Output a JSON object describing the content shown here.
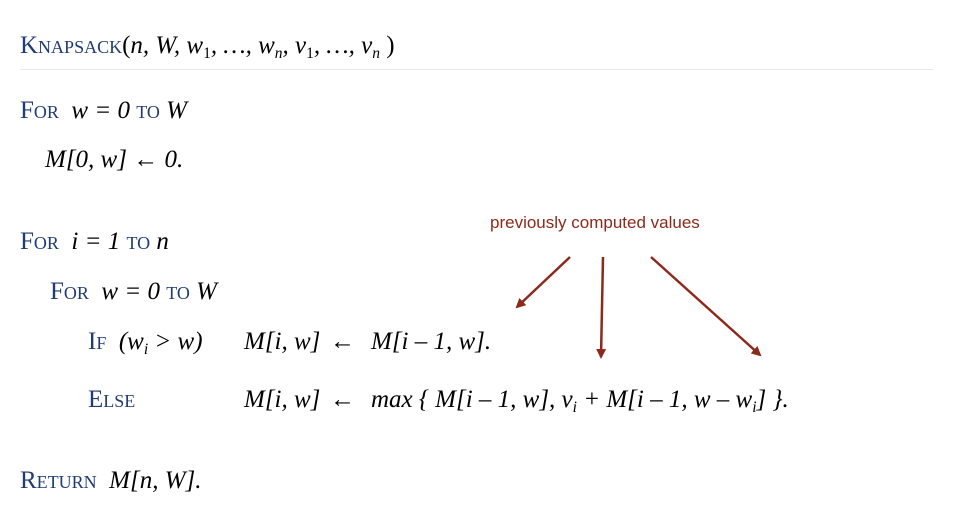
{
  "header": {
    "name": "Knapsack",
    "params": "n, W, w",
    "w1sub": "1",
    "mid": ", …, w",
    "wnsub": "n",
    "v": ", v",
    "v1sub": "1",
    "mid2": ", …, v",
    "vnsub": "n",
    "close": " )"
  },
  "lines": {
    "for1_kw": "For",
    "for1_var": "w = 0",
    "for1_to": "to",
    "for1_end": "W",
    "init": "M[0, w] ← 0.",
    "for2_kw": "For",
    "for2_var": "i = 1",
    "for2_to": "to",
    "for2_end": "n",
    "for3_kw": "For",
    "for3_var": "w = 0",
    "for3_to": "to",
    "for3_end": "W",
    "if_kw": "If",
    "if_cond_a": "(w",
    "if_cond_sub": "i",
    "if_cond_b": " > w)",
    "if_lhs": "M[i, w]",
    "arrow1": "←",
    "if_rhs": "M[i – 1, w].",
    "else_kw": "Else",
    "else_lhs": "M[i, w]",
    "arrow2": "←",
    "else_rhs_a": "max { M[i – 1, w],  v",
    "else_sub1": "i",
    "else_rhs_b": " + M[i – 1, w – w",
    "else_sub2": "i",
    "else_rhs_c": "] }.",
    "return_kw": "Return",
    "return_val": "M[n, W]."
  },
  "annotation": {
    "text": "previously computed values",
    "color": "#8b2a1a"
  },
  "colors": {
    "keyword": "#1f3c74",
    "arrow": "#8b2a1a",
    "rule": "#e9e9e9"
  }
}
